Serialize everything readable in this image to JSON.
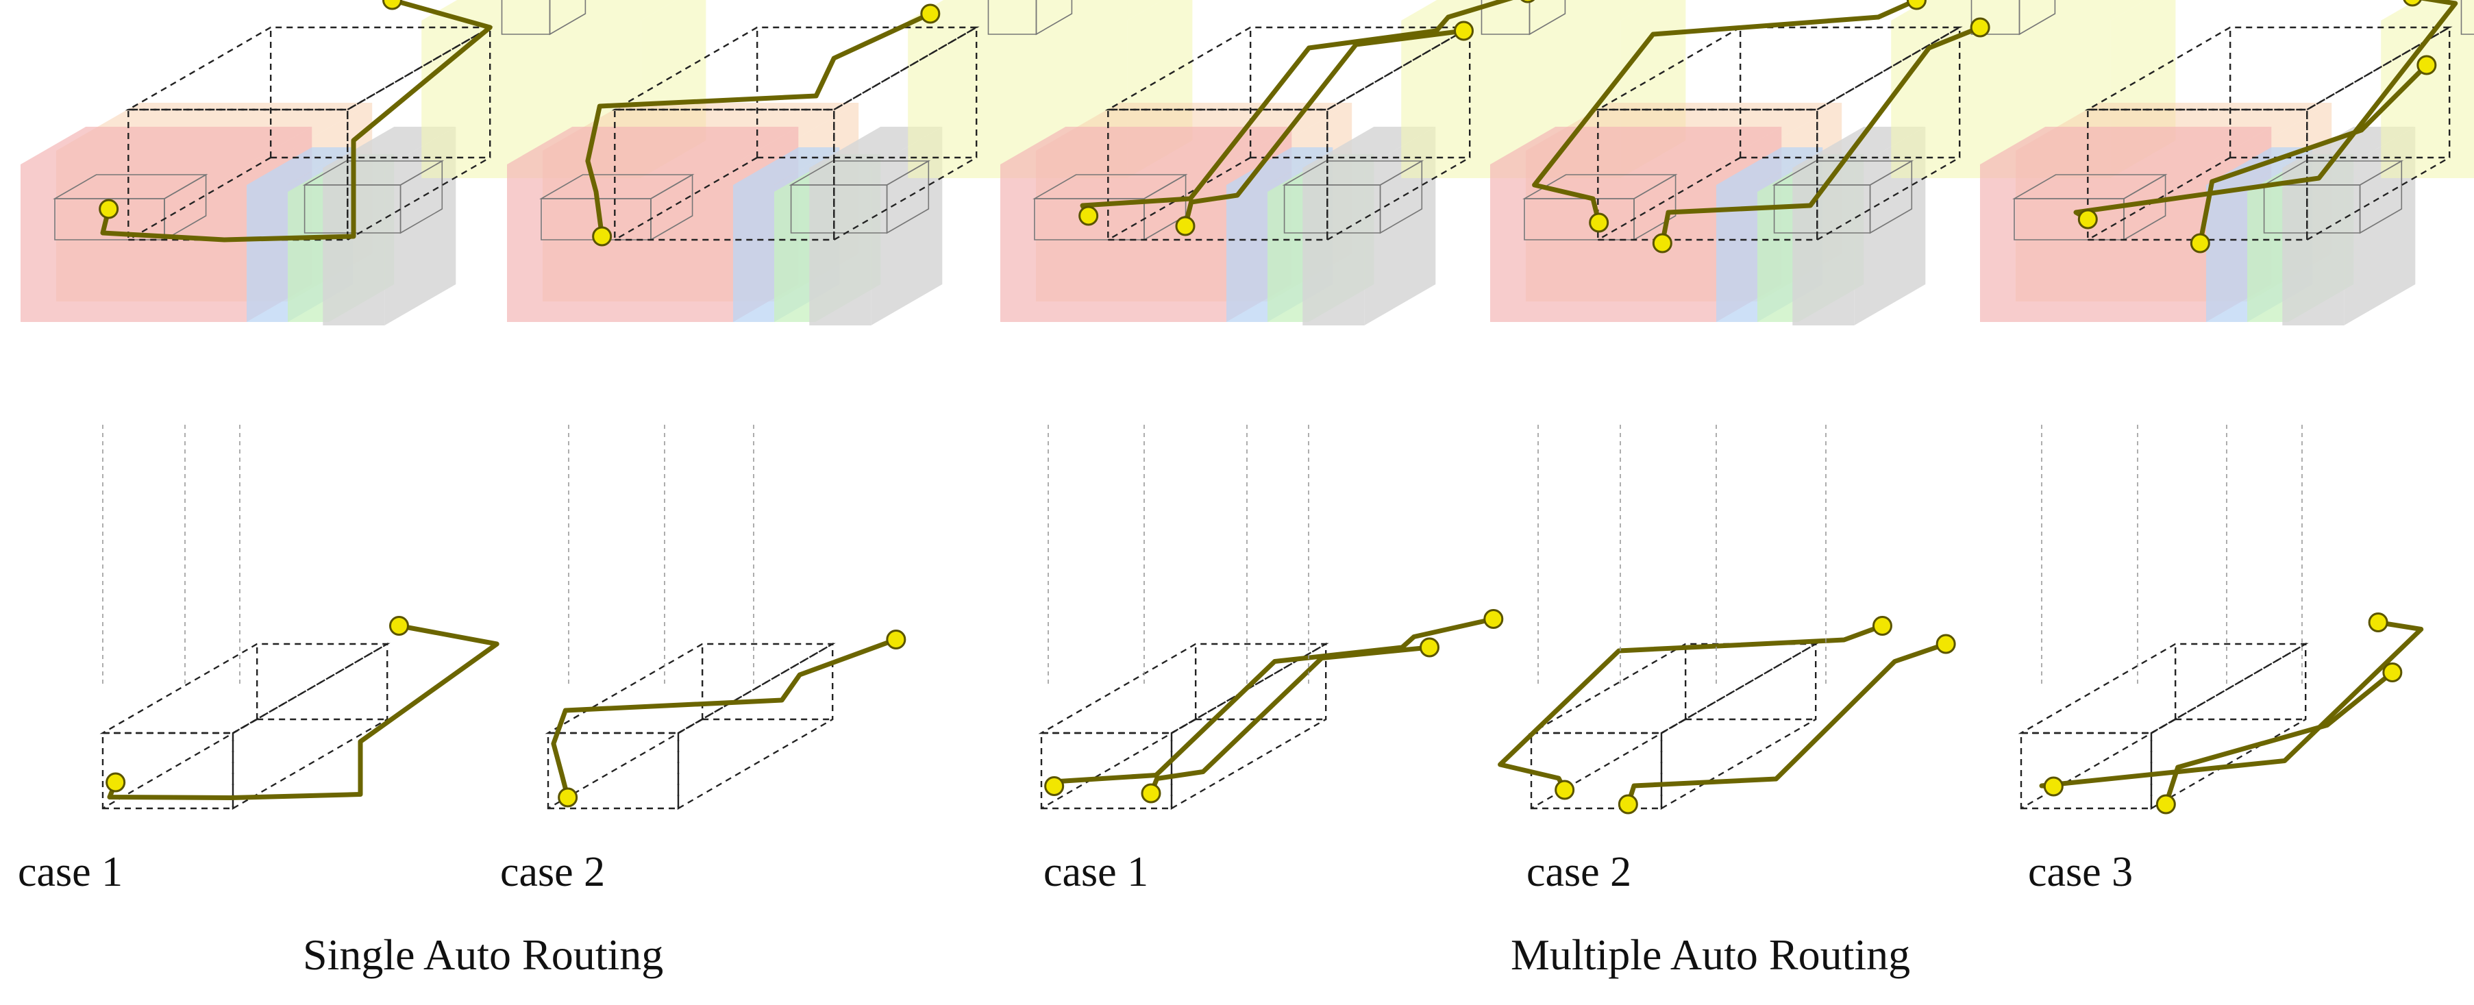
{
  "figure": {
    "panels": [
      {
        "id": "single-case-1",
        "label": "case 1",
        "group": "single"
      },
      {
        "id": "single-case-2",
        "label": "case 2",
        "group": "single"
      },
      {
        "id": "multiple-case-1",
        "label": "case 1",
        "group": "multiple"
      },
      {
        "id": "multiple-case-2",
        "label": "case 2",
        "group": "multiple"
      },
      {
        "id": "multiple-case-3",
        "label": "case 3",
        "group": "multiple"
      }
    ],
    "groups": {
      "single": {
        "label": "Single Auto Routing"
      },
      "multiple": {
        "label": "Multiple Auto Routing"
      }
    }
  },
  "colors": {
    "route": "#6b6500",
    "endpoint": "#f2e600",
    "endpoint_stroke": "#5a5400",
    "block_red": "#f4b6b6",
    "block_orange": "#f8d2b0",
    "block_blue": "#bcd6f4",
    "block_green": "#c8f0c0",
    "block_gray": "#d6d6d6",
    "block_yellow": "#f4f6b6",
    "dashed": "#222222",
    "thin": "#777777"
  }
}
